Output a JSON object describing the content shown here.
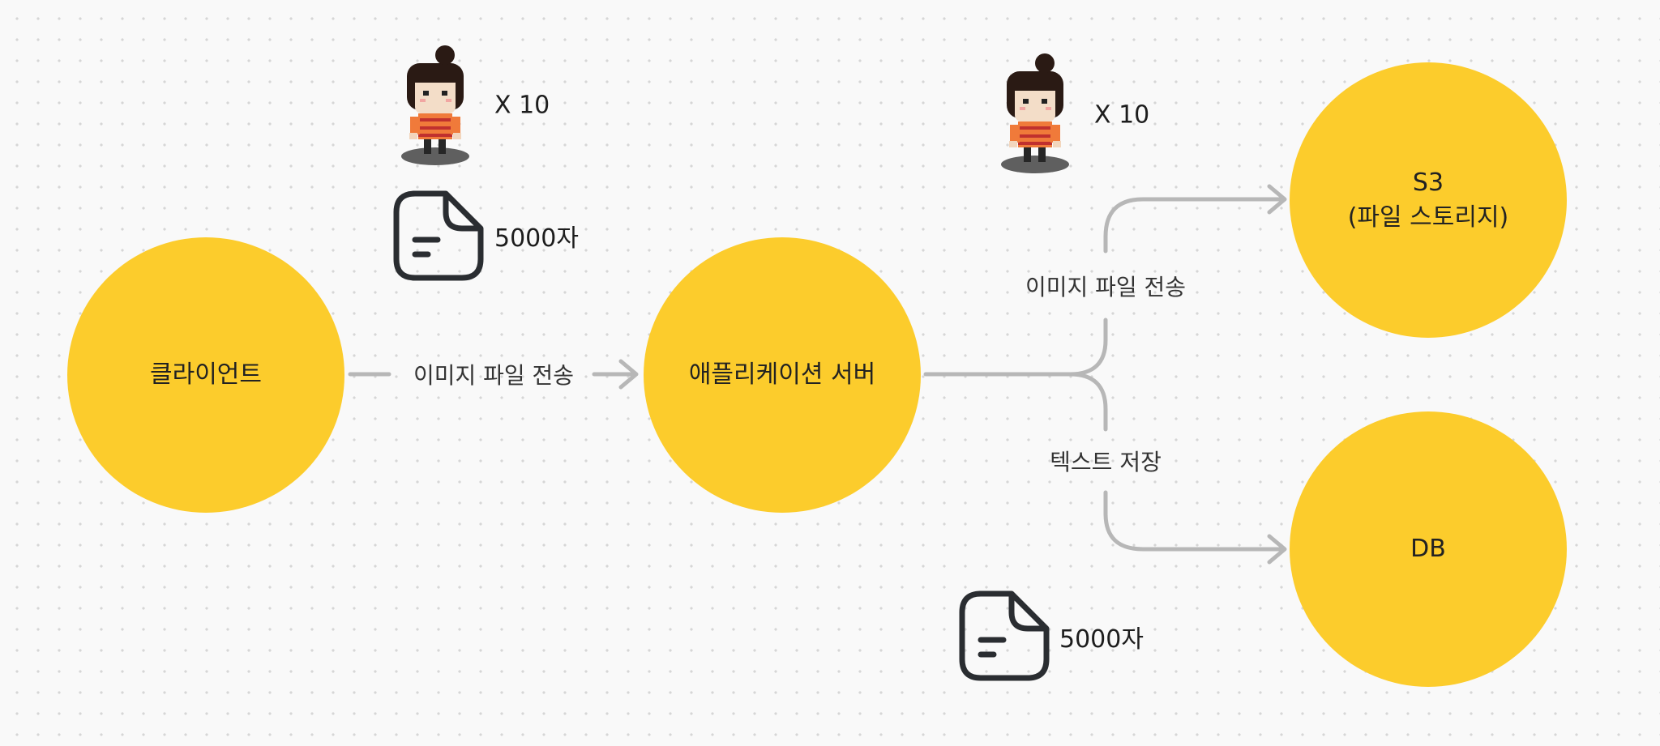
{
  "colors": {
    "node_fill": "#fccc2c",
    "edge": "#b7b7b7",
    "icon_stroke": "#2a2d31",
    "text": "#222222"
  },
  "nodes": {
    "client": {
      "lines": [
        "클라이언트"
      ]
    },
    "app_server": {
      "lines": [
        "애플리케이션 서버"
      ]
    },
    "s3": {
      "lines": [
        "S3",
        "(파일 스토리지)"
      ]
    },
    "db": {
      "lines": [
        "DB"
      ]
    }
  },
  "edges": {
    "client_to_server": "이미지 파일 전송",
    "server_to_s3": "이미지 파일 전송",
    "server_to_db": "텍스트 저장"
  },
  "annotations": {
    "user_count_left": "X 10",
    "user_count_right": "X 10",
    "doc_size_top": "5000자",
    "doc_size_bottom": "5000자"
  },
  "icons": {
    "user": "pixel-character-icon",
    "document": "document-icon"
  }
}
